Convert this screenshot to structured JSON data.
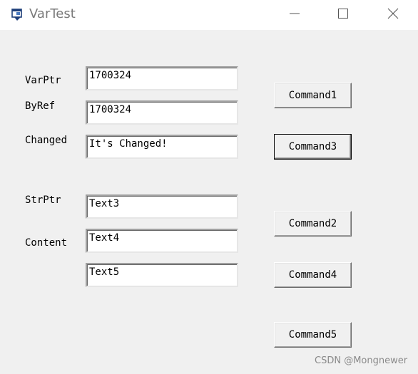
{
  "window": {
    "title": "VarTest"
  },
  "labels": {
    "varptr": "VarPtr",
    "byref": "ByRef",
    "changed": "Changed",
    "strptr": "StrPtr",
    "content": "Content"
  },
  "textboxes": {
    "varptr": "1700324",
    "byref": "1700324",
    "changed": "It's Changed!",
    "text3": "Text3",
    "text4": "Text4",
    "text5": "Text5"
  },
  "buttons": {
    "command1": "Command1",
    "command3": "Command3",
    "command2": "Command2",
    "command4": "Command4",
    "command5": "Command5"
  },
  "watermark": "CSDN @Mongnewer",
  "colors": {
    "window_bg": "#f0f0f0",
    "titlebar_bg": "#ffffff",
    "title_text": "#7a7a7a"
  },
  "icons": {
    "app": "vb-form-icon",
    "minimize": "minimize-icon",
    "maximize": "maximize-icon",
    "close": "close-icon"
  }
}
